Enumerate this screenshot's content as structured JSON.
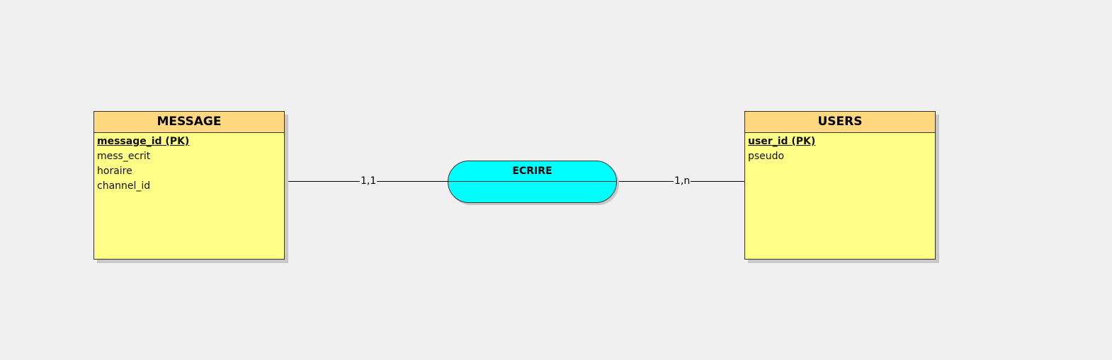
{
  "entities": {
    "message": {
      "name": "MESSAGE",
      "attributes": [
        {
          "label": "message_id (PK)",
          "primary_key": true
        },
        {
          "label": "mess_ecrit",
          "primary_key": false
        },
        {
          "label": "horaire",
          "primary_key": false
        },
        {
          "label": "channel_id",
          "primary_key": false
        }
      ]
    },
    "users": {
      "name": "USERS",
      "attributes": [
        {
          "label": "user_id (PK)",
          "primary_key": true
        },
        {
          "label": "pseudo",
          "primary_key": false
        }
      ]
    }
  },
  "relationship": {
    "name": "ECRIRE"
  },
  "cardinalities": {
    "message_side": "1,1",
    "users_side": "1,n"
  },
  "colors": {
    "entity_header": "#ffd880",
    "entity_body": "#ffff88",
    "relationship_fill": "#00ffff",
    "background": "#f0f0f0"
  }
}
